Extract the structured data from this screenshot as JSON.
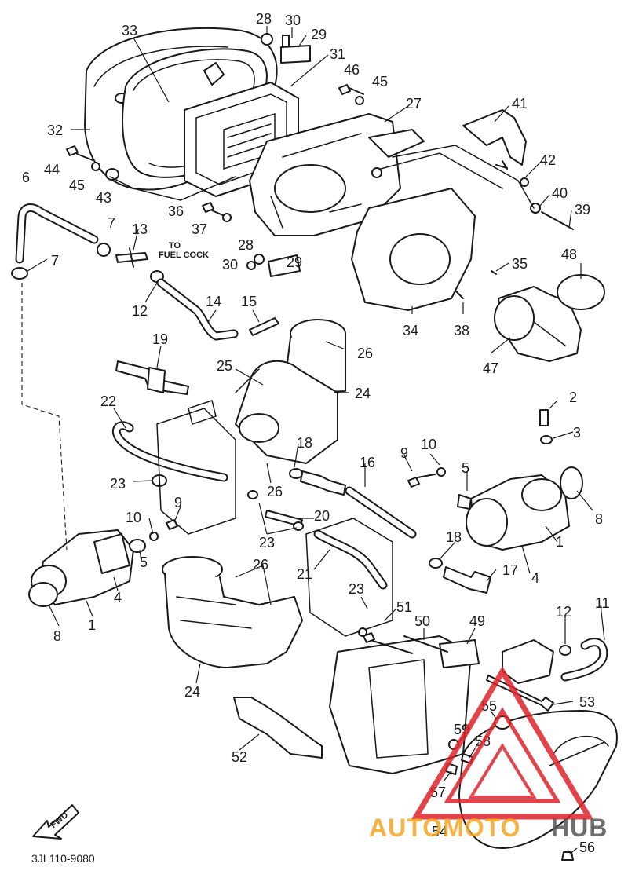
{
  "diagram": {
    "labels": [
      "1",
      "2",
      "3",
      "4",
      "5",
      "6",
      "7",
      "8",
      "9",
      "10",
      "11",
      "12",
      "13",
      "14",
      "15",
      "16",
      "17",
      "18",
      "19",
      "20",
      "21",
      "22",
      "23",
      "24",
      "25",
      "26",
      "27",
      "28",
      "29",
      "30",
      "31",
      "32",
      "33",
      "34",
      "35",
      "36",
      "37",
      "38",
      "39",
      "40",
      "41",
      "42",
      "43",
      "44",
      "45",
      "46",
      "47",
      "48",
      "49",
      "50",
      "51",
      "52",
      "53",
      "54",
      "55",
      "56",
      "57",
      "58",
      "59"
    ],
    "fuel_note_line1": "TO",
    "fuel_note_line2": "FUEL COCK",
    "direction_arrow": "FWD",
    "drawing_code": "3JL110-9080"
  },
  "watermark": {
    "brand_part1": "AUTOMOTO",
    "brand_part2": "HUB",
    "brand_color": "#f5a623",
    "brand_color2": "#555555",
    "logo_color": "#e0232a"
  }
}
